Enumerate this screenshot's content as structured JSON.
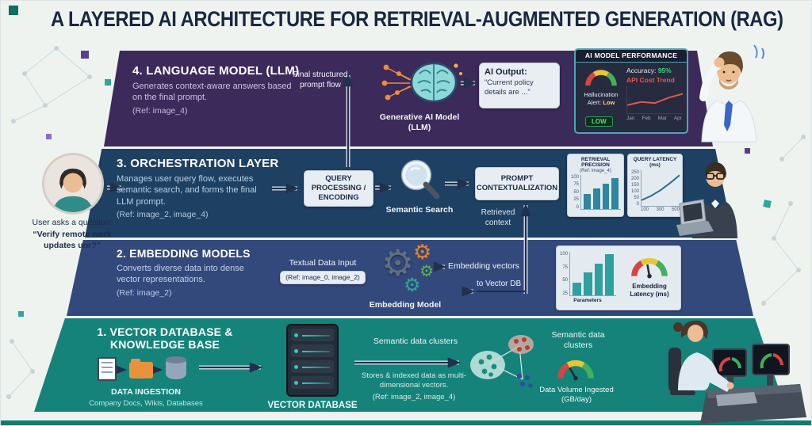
{
  "colors": {
    "layer4": "#3c2a5a",
    "layer3": "#1e4063",
    "layer2": "#33497c",
    "layer1": "#15837a",
    "accent-teal": "#2fa69b",
    "accent-purple": "#5b3e8f",
    "status-green": "#3ed47e",
    "status-red": "#e2574f"
  },
  "title": "A LAYERED AI ARCHITECTURE FOR RETRIEVAL-AUGMENTED GENERATION (RAG)",
  "user": {
    "prompt_label": "User asks a question:",
    "question": "“Verify remote work updates unr?”"
  },
  "layer4": {
    "heading": "4. LANGUAGE MODEL (LLM)",
    "description": "Generates context-aware answers based on the final prompt.",
    "ref": "(Ref: image_4)",
    "prompt_flow": "Final structured prompt flow",
    "model_label": "Generative AI Model (LLM)",
    "output": {
      "title": "AI Output:",
      "text": "“Current policy details are ...”"
    },
    "dashboard": {
      "title": "AI MODEL PERFORMANCE",
      "hallucination_label": "Hallucination Alert:",
      "hallucination_value": "Low",
      "badge": "LOW",
      "accuracy_label": "Accuracy:",
      "accuracy_value": "95%",
      "cost_label": "API Cost Trend",
      "cost_values": [
        30,
        42,
        38,
        58,
        72
      ],
      "months": [
        "Jan",
        "Feb",
        "Mar",
        "Apr"
      ]
    }
  },
  "layer3": {
    "heading": "3. ORCHESTRATION LAYER",
    "description": "Manages user query flow, executes semantic search, and forms the final LLM prompt.",
    "ref": "(Ref: image_2, image_4)",
    "query_box": "QUERY PROCESSING / ENCODING",
    "search_label": "Semantic Search",
    "prompt_box": "PROMPT CONTEXTUALIZATION",
    "retrieved": "Retrieved context",
    "retrieval_chart": {
      "title": "RETRIEVAL PRECISION",
      "ref": "(Ref: image_4)",
      "ticks": [
        "100",
        "75",
        "50",
        "25",
        "0"
      ],
      "values": [
        45,
        60,
        75,
        90
      ]
    },
    "latency_chart": {
      "title": "QUERY LATENCY (ms)",
      "yticks": [
        "250",
        "200",
        "150",
        "100",
        "50",
        "0"
      ],
      "xticks": [
        "100",
        "300",
        "500"
      ],
      "values": [
        40,
        70,
        110,
        160,
        215
      ]
    }
  },
  "layer2": {
    "heading": "2. EMBEDDING MODELS",
    "description": "Converts diverse data into dense vector representations.",
    "ref": "(Ref: image_2)",
    "input_label": "Textual Data Input",
    "input_ref": "(Ref: image_0, image_2)",
    "model_label": "Embedding Model",
    "vectors_label": "Embedding vectors",
    "to_db_label": "to Vector DB",
    "params_chart": {
      "ticks": [
        "100",
        "75",
        "50",
        "25"
      ],
      "values": [
        30,
        52,
        72,
        95
      ],
      "label": "Parameters"
    },
    "latency_gauge_label": "Embedding Latency (ms)"
  },
  "layer1": {
    "heading": "1. VECTOR DATABASE & KNOWLEDGE BASE",
    "ingestion_label": "DATA INGESTION",
    "sources": "Company Docs, Wikis, Databases",
    "vector_db_label": "VECTOR DATABASE",
    "clusters_label": "Semantic data clusters",
    "stores_text": "Stores & indexed data as multi-dimensional vectors.",
    "stores_ref": "(Ref: image_2, image_4)",
    "clusters_label_2": "Semantic data clusters",
    "volume_label": "Data Volume Ingested (GB/day)"
  }
}
